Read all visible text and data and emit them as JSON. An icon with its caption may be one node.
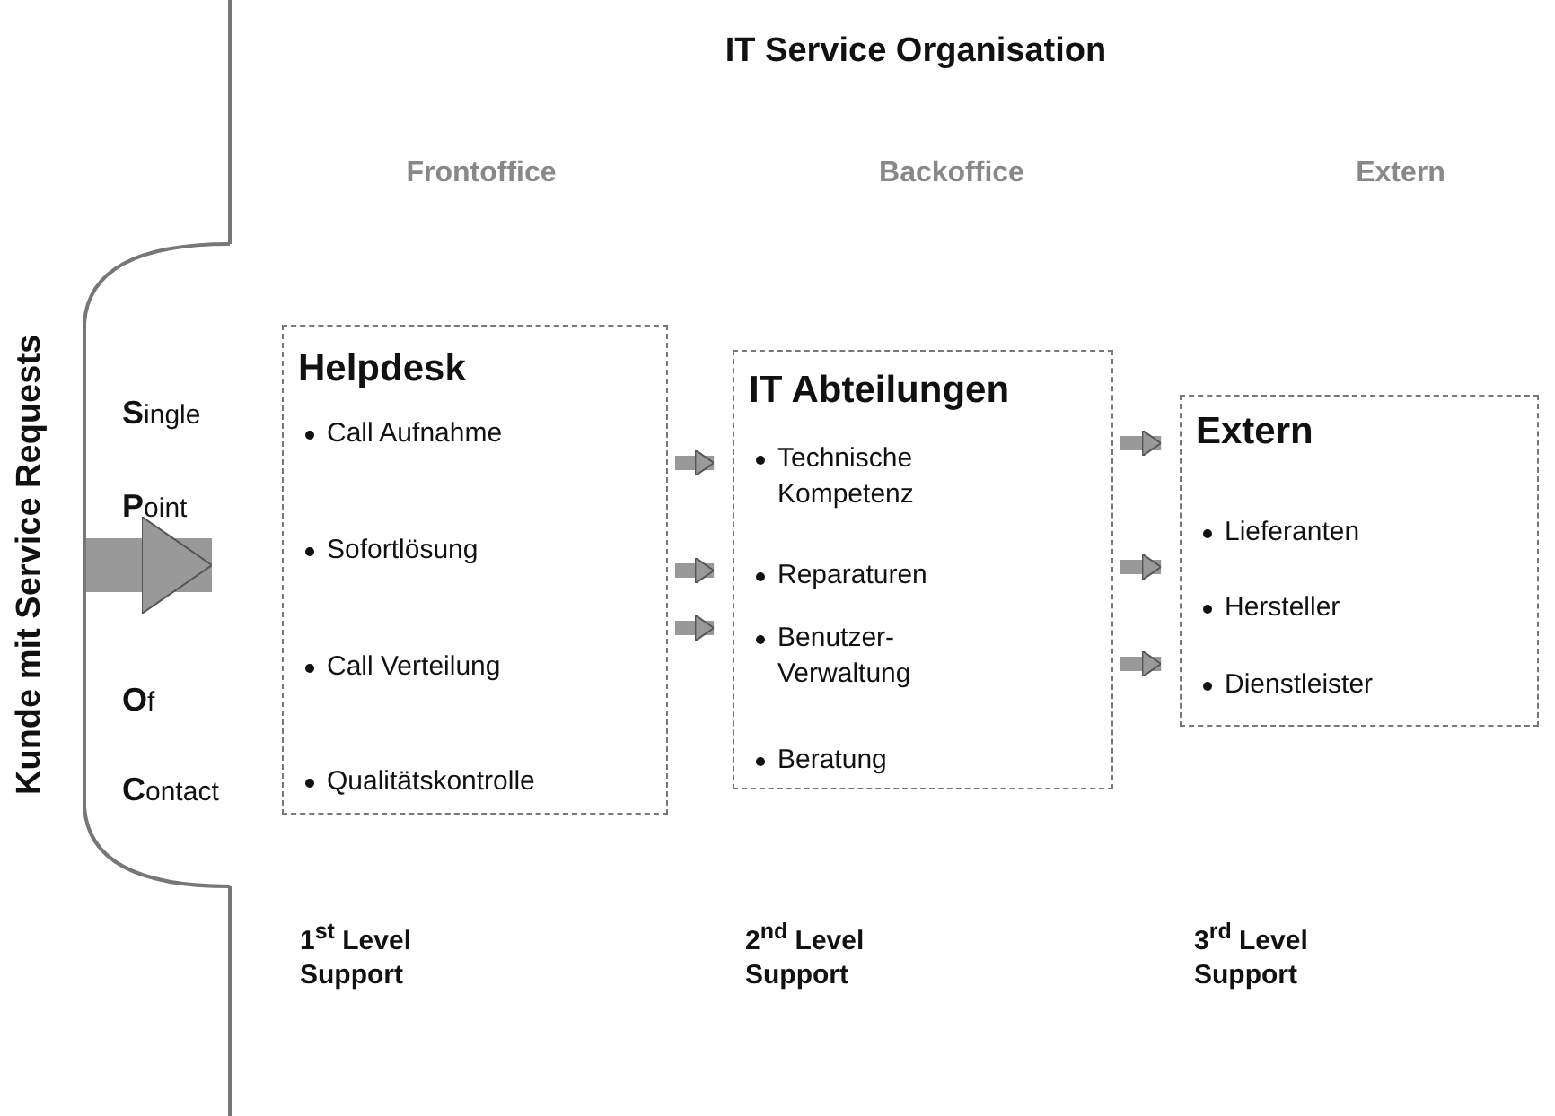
{
  "diagram": {
    "title": "IT Service Organisation",
    "nodes": [
      {
        "text": [
          "Kunde mit Service Requests"
        ]
      },
      {
        "text": [
          "Helpdesk",
          "Call Aufnahme",
          "Sofortlösung",
          "Call Verteilung",
          "Qualitätskontrolle"
        ]
      },
      {
        "text": [
          "IT Abteilungen",
          "Technische Kompetenz",
          "Reparaturen",
          "Benutzer-Verwaltung",
          "Beratung"
        ]
      },
      {
        "text": [
          "Extern",
          "Lieferanten",
          "Hersteller",
          "Dienstleister"
        ]
      }
    ],
    "edges": [
      {
        "from": 0,
        "to": 1,
        "arrow": "to",
        "style": "thick"
      },
      {
        "from": 1,
        "to": 2,
        "arrow": "to"
      },
      {
        "from": 1,
        "to": 2,
        "arrow": "to"
      },
      {
        "from": 1,
        "to": 2,
        "arrow": "to"
      },
      {
        "from": 2,
        "to": 3,
        "arrow": "to"
      },
      {
        "from": 2,
        "to": 3,
        "arrow": "to"
      },
      {
        "from": 2,
        "to": 3,
        "arrow": "to"
      }
    ],
    "labels": [
      "Frontoffice",
      "Backoffice",
      "Extern",
      "**S**ingle",
      "**P**oint",
      "**O**f",
      "**C**ontact",
      "1$^{st}$ Level Support",
      "2$^{nd}$ Level Support",
      "3$^{rd}$ Level Support"
    ]
  }
}
